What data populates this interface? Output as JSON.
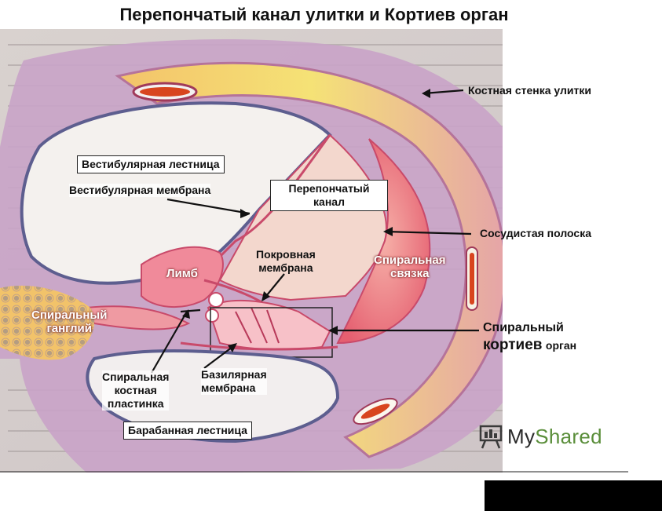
{
  "title": "Перепончатый канал улитки и Кортиев орган",
  "labels": {
    "bony_wall": "Костная стенка улитки",
    "vestibular_scala": "Вестибулярная лестница",
    "vestibular_membrane": "Вестибулярная мембрана",
    "membranous_canal_1": "Перепончатый",
    "membranous_canal_2": "канал",
    "stria": "Сосудистая полоска",
    "tectorial_1": "Покровная",
    "tectorial_2": "мембрана",
    "limbus": "Лимб",
    "spiral_ligament_1": "Спиральная",
    "spiral_ligament_2": "связка",
    "ganglion_1": "Спиральный",
    "ganglion_2": "ганглий",
    "organ_1": "Спиральный",
    "organ_2a": "кортиев",
    "organ_2b": "орган",
    "lamina_1": "Спиральная",
    "lamina_2": "костная",
    "lamina_3": "пластинка",
    "basilar_1": "Базилярная",
    "basilar_2": "мембрана",
    "tympanic_scala": "Барабанная лестница"
  },
  "watermark": {
    "brand_a": "My",
    "brand_b": "Shared"
  },
  "colors": {
    "bone": "#f2d96a",
    "tissue": "#e8738a",
    "membrane": "#c94a6a",
    "lilac": "#c7a8cf"
  }
}
